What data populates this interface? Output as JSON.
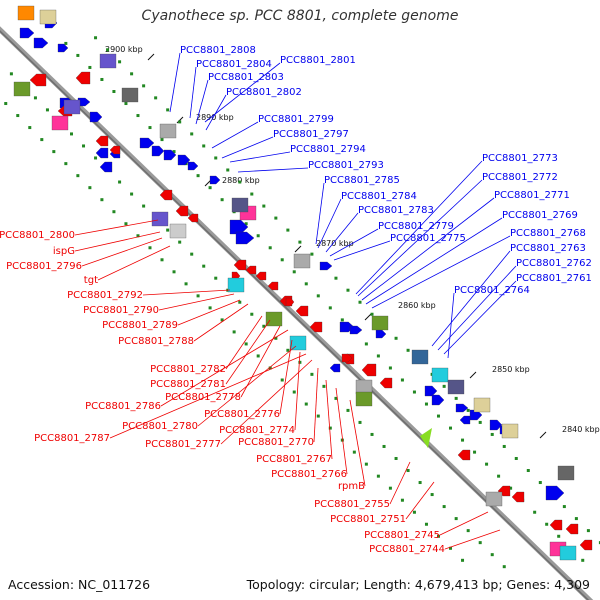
{
  "title": "Cyanothece sp. PCC 8801, complete genome",
  "footer": {
    "accession": "Accession: NC_011726",
    "summary": "Topology: circular; Length: 4,679,413 bp; Genes: 4,309"
  },
  "scale_labels": [
    "2900 kbp",
    "2890 kbp",
    "2880 kbp",
    "2870 kbp",
    "2860 kbp",
    "2850 kbp",
    "2840 kbp"
  ],
  "labels_blue": [
    "PCC8801_2808",
    "PCC8801_2801",
    "PCC8801_2804",
    "PCC8801_2803",
    "PCC8801_2802",
    "PCC8801_2799",
    "PCC8801_2797",
    "PCC8801_2794",
    "PCC8801_2793",
    "PCC8801_2785",
    "PCC8801_2784",
    "PCC8801_2783",
    "PCC8801_2779",
    "PCC8801_2775",
    "PCC8801_2773",
    "PCC8801_2772",
    "PCC8801_2771",
    "PCC8801_2769",
    "PCC8801_2768",
    "PCC8801_2763",
    "PCC8801_2762",
    "PCC8801_2761",
    "PCC8801_2764"
  ],
  "labels_red": [
    "PCC8801_2800",
    "ispG",
    "PCC8801_2796",
    "tgt",
    "PCC8801_2792",
    "PCC8801_2790",
    "PCC8801_2789",
    "PCC8801_2788",
    "PCC8801_2782",
    "PCC8801_2781",
    "PCC8801_2778",
    "PCC8801_2786",
    "PCC8801_2776",
    "PCC8801_2780",
    "PCC8801_2774",
    "PCC8801_2787",
    "PCC8801_2777",
    "PCC8801_2770",
    "PCC8801_2767",
    "PCC8801_2766",
    "rpmB",
    "PCC8801_2755",
    "PCC8801_2751",
    "PCC8801_2745",
    "PCC8801_2744"
  ],
  "colors": {
    "forward": "#0000ee",
    "reverse": "#ee0000",
    "backbone": "#808080",
    "tick": "#228822"
  }
}
